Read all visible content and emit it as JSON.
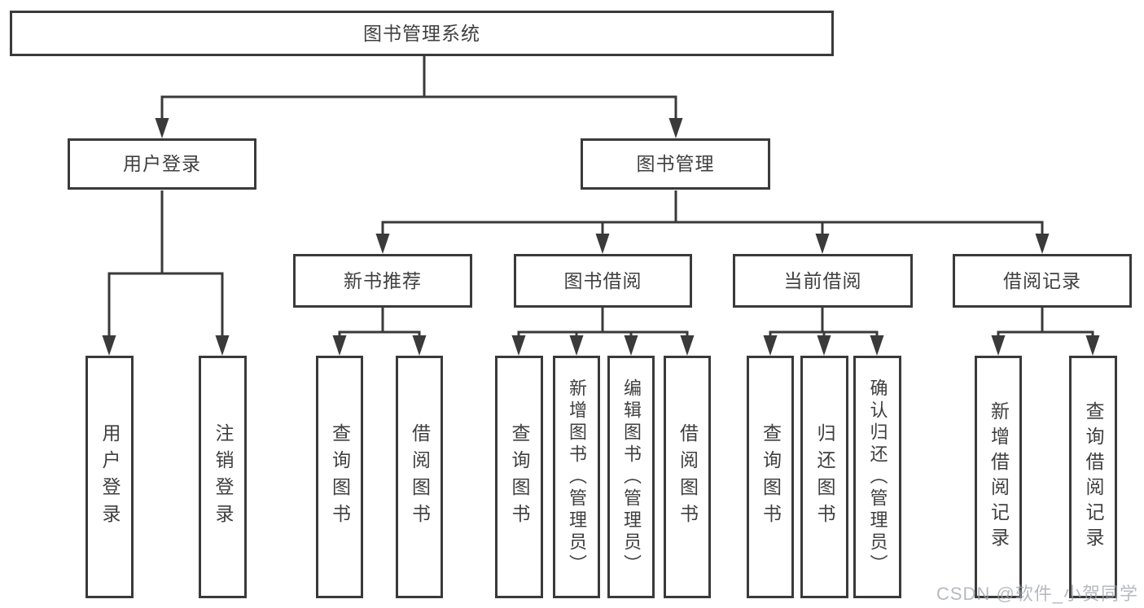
{
  "diagram_title": "图书管理系统",
  "tree": {
    "root": {
      "label": "图书管理系统",
      "children": [
        {
          "label": "用户登录",
          "children": [
            {
              "label": "用户登录"
            },
            {
              "label": "注销登录"
            }
          ]
        },
        {
          "label": "图书管理",
          "children": [
            {
              "label": "新书推荐",
              "children": [
                {
                  "label": "查询图书"
                },
                {
                  "label": "借阅图书"
                }
              ]
            },
            {
              "label": "图书借阅",
              "children": [
                {
                  "label": "查询图书"
                },
                {
                  "label": "新增图书（管理员）"
                },
                {
                  "label": "编辑图书（管理员）"
                },
                {
                  "label": "借阅图书"
                }
              ]
            },
            {
              "label": "当前借阅",
              "children": [
                {
                  "label": "查询图书"
                },
                {
                  "label": "归还图书"
                },
                {
                  "label": "确认归还（管理员）"
                }
              ]
            },
            {
              "label": "借阅记录",
              "children": [
                {
                  "label": "新增借阅记录"
                },
                {
                  "label": "查询借阅记录"
                }
              ]
            }
          ]
        }
      ]
    }
  },
  "watermark": {
    "text": "CSDN @软件_小贺同学"
  },
  "colors": {
    "line": "#3a3a3a",
    "text": "#3f3f3f",
    "watermark": "#9ea3a9",
    "background": "#ffffff"
  }
}
